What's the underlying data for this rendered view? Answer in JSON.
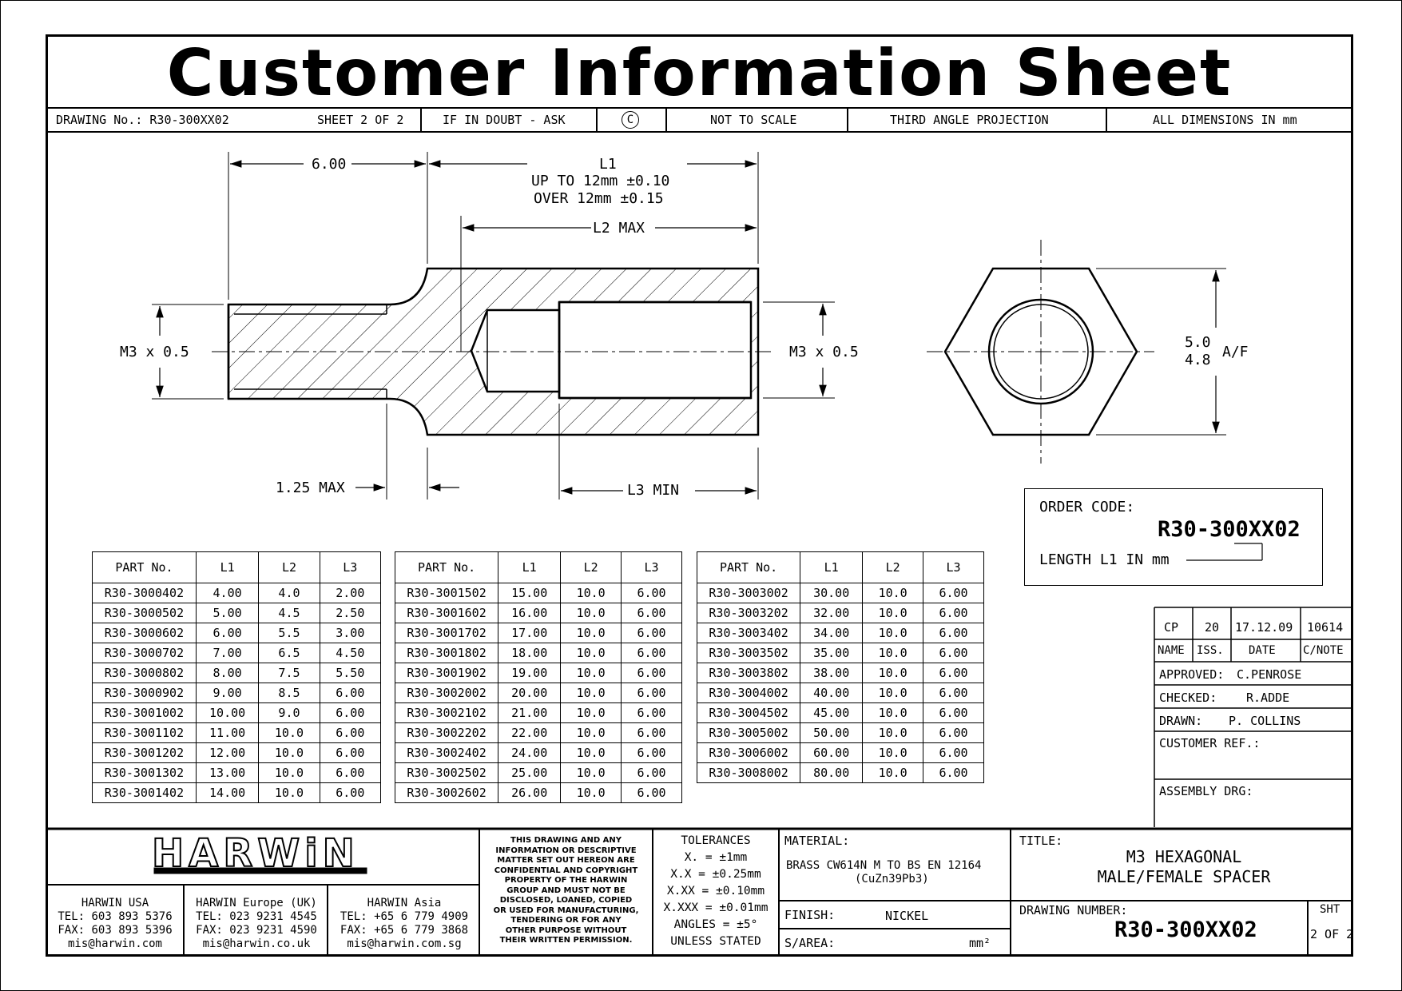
{
  "title": "Customer Information Sheet",
  "title_block": {
    "drawing_no": "DRAWING No.: R30-300XX02",
    "sheet": "SHEET 2 OF 2",
    "doubt": "IF IN DOUBT - ASK",
    "copyright": "C",
    "scale": "NOT TO SCALE",
    "projection": "THIRD ANGLE PROJECTION",
    "dimensions": "ALL DIMENSIONS IN mm"
  },
  "drawing": {
    "dim_600": "6.00",
    "dim_l1": "L1",
    "dim_l1_tol1": "UP TO 12mm ±0.10",
    "dim_l1_tol2": "OVER 12mm ±0.15",
    "dim_l2": "L2 MAX",
    "dim_thread_left": "M3 x 0.5",
    "dim_thread_right": "M3 x 0.5",
    "dim_125": "1.25 MAX",
    "dim_l3": "L3 MIN",
    "dim_af1": "5.0",
    "dim_af2": "4.8",
    "dim_af3": "A/F"
  },
  "tables": {
    "headers": [
      "PART No.",
      "L1",
      "L2",
      "L3"
    ],
    "t1": [
      [
        "R30-3000402",
        "4.00",
        "4.0",
        "2.00"
      ],
      [
        "R30-3000502",
        "5.00",
        "4.5",
        "2.50"
      ],
      [
        "R30-3000602",
        "6.00",
        "5.5",
        "3.00"
      ],
      [
        "R30-3000702",
        "7.00",
        "6.5",
        "4.50"
      ],
      [
        "R30-3000802",
        "8.00",
        "7.5",
        "5.50"
      ],
      [
        "R30-3000902",
        "9.00",
        "8.5",
        "6.00"
      ],
      [
        "R30-3001002",
        "10.00",
        "9.0",
        "6.00"
      ],
      [
        "R30-3001102",
        "11.00",
        "10.0",
        "6.00"
      ],
      [
        "R30-3001202",
        "12.00",
        "10.0",
        "6.00"
      ],
      [
        "R30-3001302",
        "13.00",
        "10.0",
        "6.00"
      ],
      [
        "R30-3001402",
        "14.00",
        "10.0",
        "6.00"
      ]
    ],
    "t2": [
      [
        "R30-3001502",
        "15.00",
        "10.0",
        "6.00"
      ],
      [
        "R30-3001602",
        "16.00",
        "10.0",
        "6.00"
      ],
      [
        "R30-3001702",
        "17.00",
        "10.0",
        "6.00"
      ],
      [
        "R30-3001802",
        "18.00",
        "10.0",
        "6.00"
      ],
      [
        "R30-3001902",
        "19.00",
        "10.0",
        "6.00"
      ],
      [
        "R30-3002002",
        "20.00",
        "10.0",
        "6.00"
      ],
      [
        "R30-3002102",
        "21.00",
        "10.0",
        "6.00"
      ],
      [
        "R30-3002202",
        "22.00",
        "10.0",
        "6.00"
      ],
      [
        "R30-3002402",
        "24.00",
        "10.0",
        "6.00"
      ],
      [
        "R30-3002502",
        "25.00",
        "10.0",
        "6.00"
      ],
      [
        "R30-3002602",
        "26.00",
        "10.0",
        "6.00"
      ]
    ],
    "t3": [
      [
        "R30-3003002",
        "30.00",
        "10.0",
        "6.00"
      ],
      [
        "R30-3003202",
        "32.00",
        "10.0",
        "6.00"
      ],
      [
        "R30-3003402",
        "34.00",
        "10.0",
        "6.00"
      ],
      [
        "R30-3003502",
        "35.00",
        "10.0",
        "6.00"
      ],
      [
        "R30-3003802",
        "38.00",
        "10.0",
        "6.00"
      ],
      [
        "R30-3004002",
        "40.00",
        "10.0",
        "6.00"
      ],
      [
        "R30-3004502",
        "45.00",
        "10.0",
        "6.00"
      ],
      [
        "R30-3005002",
        "50.00",
        "10.0",
        "6.00"
      ],
      [
        "R30-3006002",
        "60.00",
        "10.0",
        "6.00"
      ],
      [
        "R30-3008002",
        "80.00",
        "10.0",
        "6.00"
      ]
    ]
  },
  "order": {
    "label": "ORDER CODE:",
    "code": "R30-300XX02",
    "length": "LENGTH L1 IN mm"
  },
  "revision": {
    "name": "CP",
    "iss": "20",
    "date": "17.12.09",
    "cnote": "10614",
    "h_name": "NAME",
    "h_iss": "ISS.",
    "h_date": "DATE",
    "h_cnote": "C/NOTE",
    "approved": "APPROVED:",
    "approved_by": "C.PENROSE",
    "checked": "CHECKED:",
    "checked_by": "R.ADDE",
    "drawn": "DRAWN:",
    "drawn_by": "P. COLLINS",
    "customer_ref": "CUSTOMER REF.:",
    "assembly": "ASSEMBLY DRG:"
  },
  "footer": {
    "logo": "HARWiN",
    "usa": [
      "HARWIN USA",
      "TEL: 603 893 5376",
      "FAX: 603 893 5396",
      "mis@harwin.com"
    ],
    "europe": [
      "HARWIN Europe (UK)",
      "TEL: 023 9231 4545",
      "FAX: 023 9231 4590",
      "mis@harwin.co.uk"
    ],
    "asia": [
      "HARWIN Asia",
      "TEL: +65 6 779 4909",
      "FAX: +65 6 779 3868",
      "mis@harwin.com.sg"
    ],
    "disclaimer": [
      "THIS DRAWING AND ANY",
      "INFORMATION OR DESCRIPTIVE",
      "MATTER SET OUT HEREON ARE",
      "CONFIDENTIAL AND COPYRIGHT",
      "PROPERTY OF THE HARWIN",
      "GROUP AND MUST NOT BE",
      "DISCLOSED, LOANED, COPIED",
      "OR USED FOR MANUFACTURING,",
      "TENDERING OR FOR ANY",
      "OTHER PURPOSE WITHOUT",
      "THEIR WRITTEN PERMISSION."
    ],
    "tolerances": [
      "TOLERANCES",
      "X.  = ±1mm",
      "X.X  = ±0.25mm",
      "X.XX = ±0.10mm",
      "X.XXX = ±0.01mm",
      "ANGLES = ±5°",
      "UNLESS STATED"
    ],
    "material_label": "MATERIAL:",
    "material1": "BRASS CW614N M TO BS EN 12164",
    "material2": "(CuZn39Pb3)",
    "finish_label": "FINISH:",
    "finish": "NICKEL",
    "sarea_label": "S/AREA:",
    "sarea_unit": "mm²",
    "title_label": "TITLE:",
    "title1": "M3 HEXAGONAL",
    "title2": "MALE/FEMALE SPACER",
    "dwg_label": "DRAWING NUMBER:",
    "dwg_number": "R30-300XX02",
    "sht": "SHT",
    "sht_of": "2 OF 2"
  }
}
